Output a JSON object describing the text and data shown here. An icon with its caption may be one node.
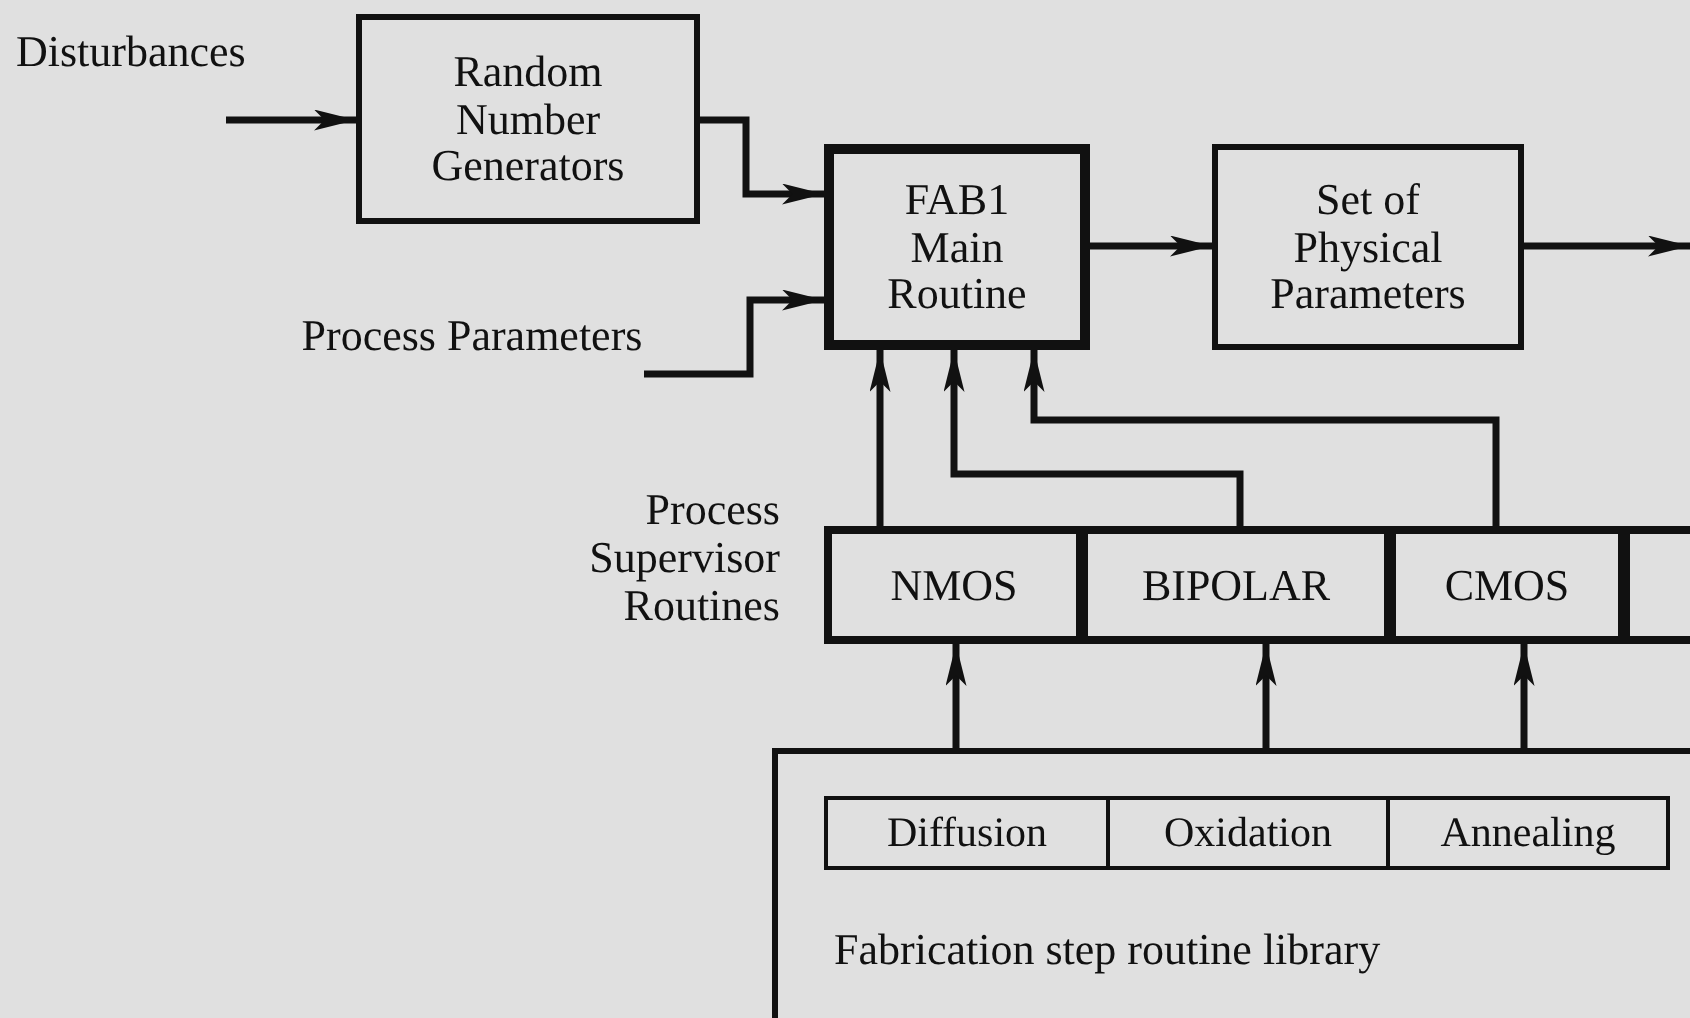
{
  "diagram": {
    "nodes": [
      {
        "text": [
          "Random Number Generators"
        ]
      },
      {
        "text": [
          "FAB1 Main Routine"
        ]
      },
      {
        "text": [
          "Process Parameters"
        ]
      },
      {
        "text": [
          "Set of Physical Parameters"
        ]
      },
      {
        "text": [
          "NMOS"
        ]
      },
      {
        "text": [
          "BIPOLAR"
        ]
      },
      {
        "text": [
          "CMOS"
        ]
      },
      {
        "text": [],
        "shape": "box"
      },
      {
        "text": [
          "Fabrication step routine library"
        ]
      },
      {
        "text": [
          "Diffusion"
        ],
        "in": 8
      },
      {
        "text": [
          "Oxidation"
        ],
        "in": 8
      },
      {
        "text": [
          "Annealing"
        ],
        "in": 8
      }
    ],
    "edges": [
      {
        "from": null,
        "to": 0,
        "arrow": "to"
      },
      {
        "from": 0,
        "to": 1,
        "arrow": "to"
      },
      {
        "from": 2,
        "to": 1,
        "arrow": "to"
      },
      {
        "from": 1,
        "to": 3,
        "arrow": "to"
      },
      {
        "from": 3,
        "to": null,
        "arrow": "to"
      },
      {
        "from": 4,
        "to": 1,
        "arrow": "to"
      },
      {
        "from": 5,
        "to": 1,
        "arrow": "to"
      },
      {
        "from": 6,
        "to": 1,
        "arrow": "to"
      },
      {
        "from": 8,
        "to": 4,
        "arrow": "to"
      },
      {
        "from": 8,
        "to": 5,
        "arrow": "to"
      },
      {
        "from": 8,
        "to": 6,
        "arrow": "to"
      }
    ],
    "labels": [
      "Disturbances",
      "Process Supervisor Routines"
    ]
  }
}
